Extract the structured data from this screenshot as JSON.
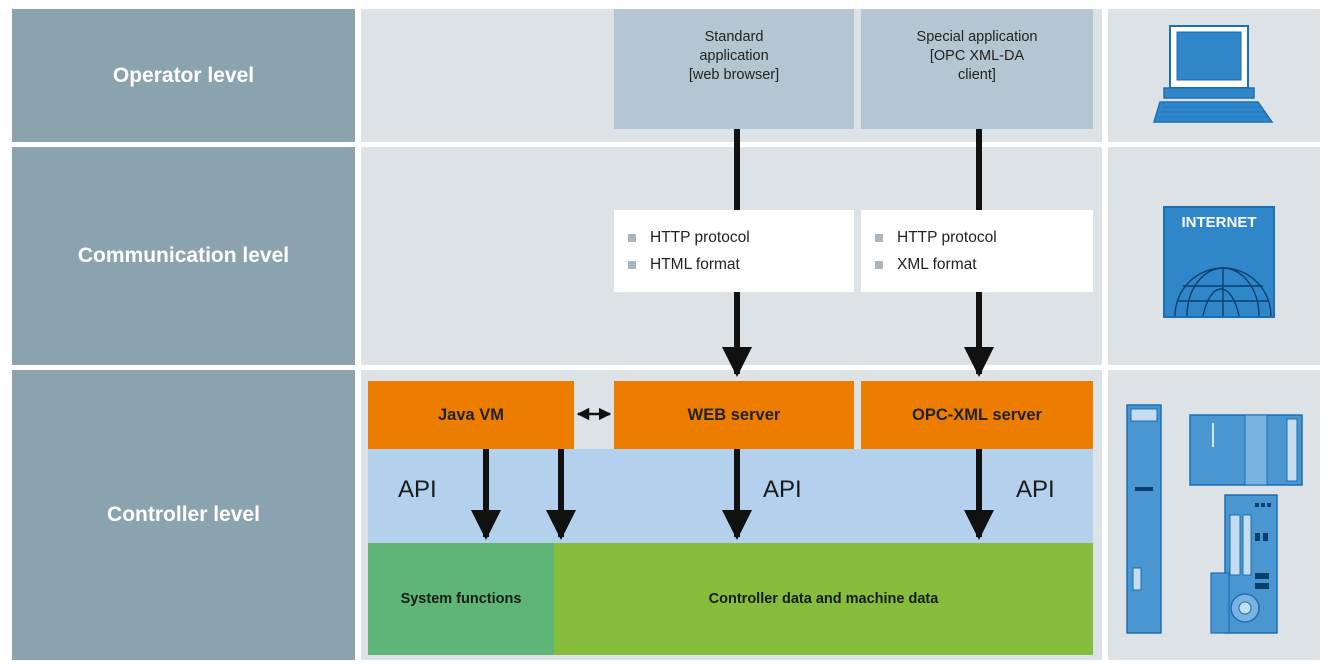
{
  "levels": {
    "operator": "Operator level",
    "communication": "Communication level",
    "controller": "Controller level"
  },
  "apps": {
    "standard": [
      "Standard",
      "application",
      "[web browser]"
    ],
    "special": [
      "Special application",
      "[OPC XML-DA",
      "client]"
    ]
  },
  "protocols": {
    "left": [
      "HTTP protocol",
      "HTML format"
    ],
    "right": [
      "HTTP protocol",
      "XML format"
    ]
  },
  "servers": {
    "java": "Java VM",
    "web": "WEB server",
    "opc": "OPC-XML server"
  },
  "api": {
    "left": "API",
    "middle": "API",
    "right": "API"
  },
  "data_boxes": {
    "system": "System functions",
    "controller": "Controller data and machine data"
  },
  "icons": {
    "internet_label": "INTERNET",
    "computer": "computer-icon",
    "internet": "internet-globe-icon",
    "hardware": "controller-hardware-icon"
  },
  "colors": {
    "label_bg": "#8ba3ae",
    "panel_bg": "#dde2e6",
    "app_box": "#b4c6d1",
    "server": "#ed7d00",
    "api_band": "#b3d0ec",
    "system_functions": "#5eb576",
    "controller_data": "#86bd3d",
    "icon_blue": "#2f86c9"
  }
}
